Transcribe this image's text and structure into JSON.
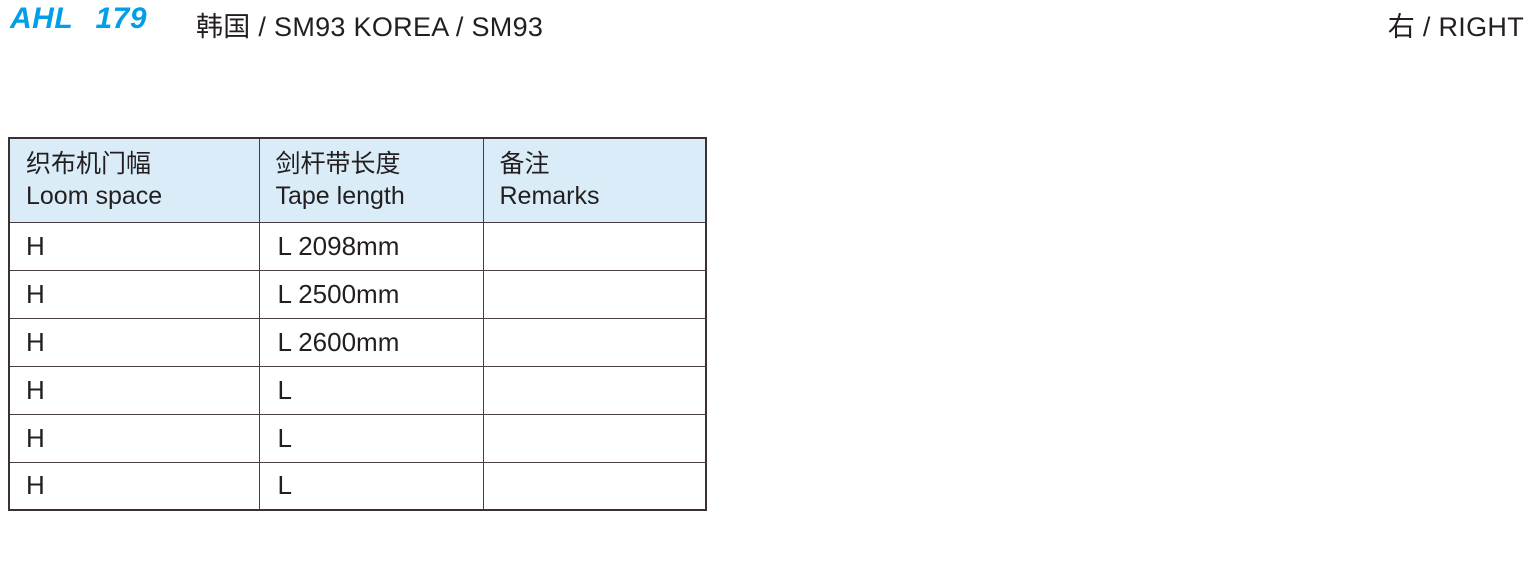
{
  "page": {
    "model_code": "AHL 179",
    "model_title": "韩国 / SM93 KOREA / SM93",
    "side_label": "右 / RIGHT",
    "accent_color": "#00a0e9",
    "header_bg_color": "#d9ecf8"
  },
  "table": {
    "columns": [
      {
        "zh": "织布机门幅",
        "en": "Loom space"
      },
      {
        "zh": "剑杆带长度",
        "en": "Tape length"
      },
      {
        "zh": "备注",
        "en": "Remarks"
      }
    ],
    "rows": [
      {
        "loom_space": "H",
        "tape_length": "L 2098mm",
        "remarks": ""
      },
      {
        "loom_space": "H",
        "tape_length": "L 2500mm",
        "remarks": ""
      },
      {
        "loom_space": "H",
        "tape_length": "L 2600mm",
        "remarks": ""
      },
      {
        "loom_space": "H",
        "tape_length": "L",
        "remarks": ""
      },
      {
        "loom_space": "H",
        "tape_length": "L",
        "remarks": ""
      },
      {
        "loom_space": "H",
        "tape_length": "L",
        "remarks": ""
      }
    ]
  }
}
